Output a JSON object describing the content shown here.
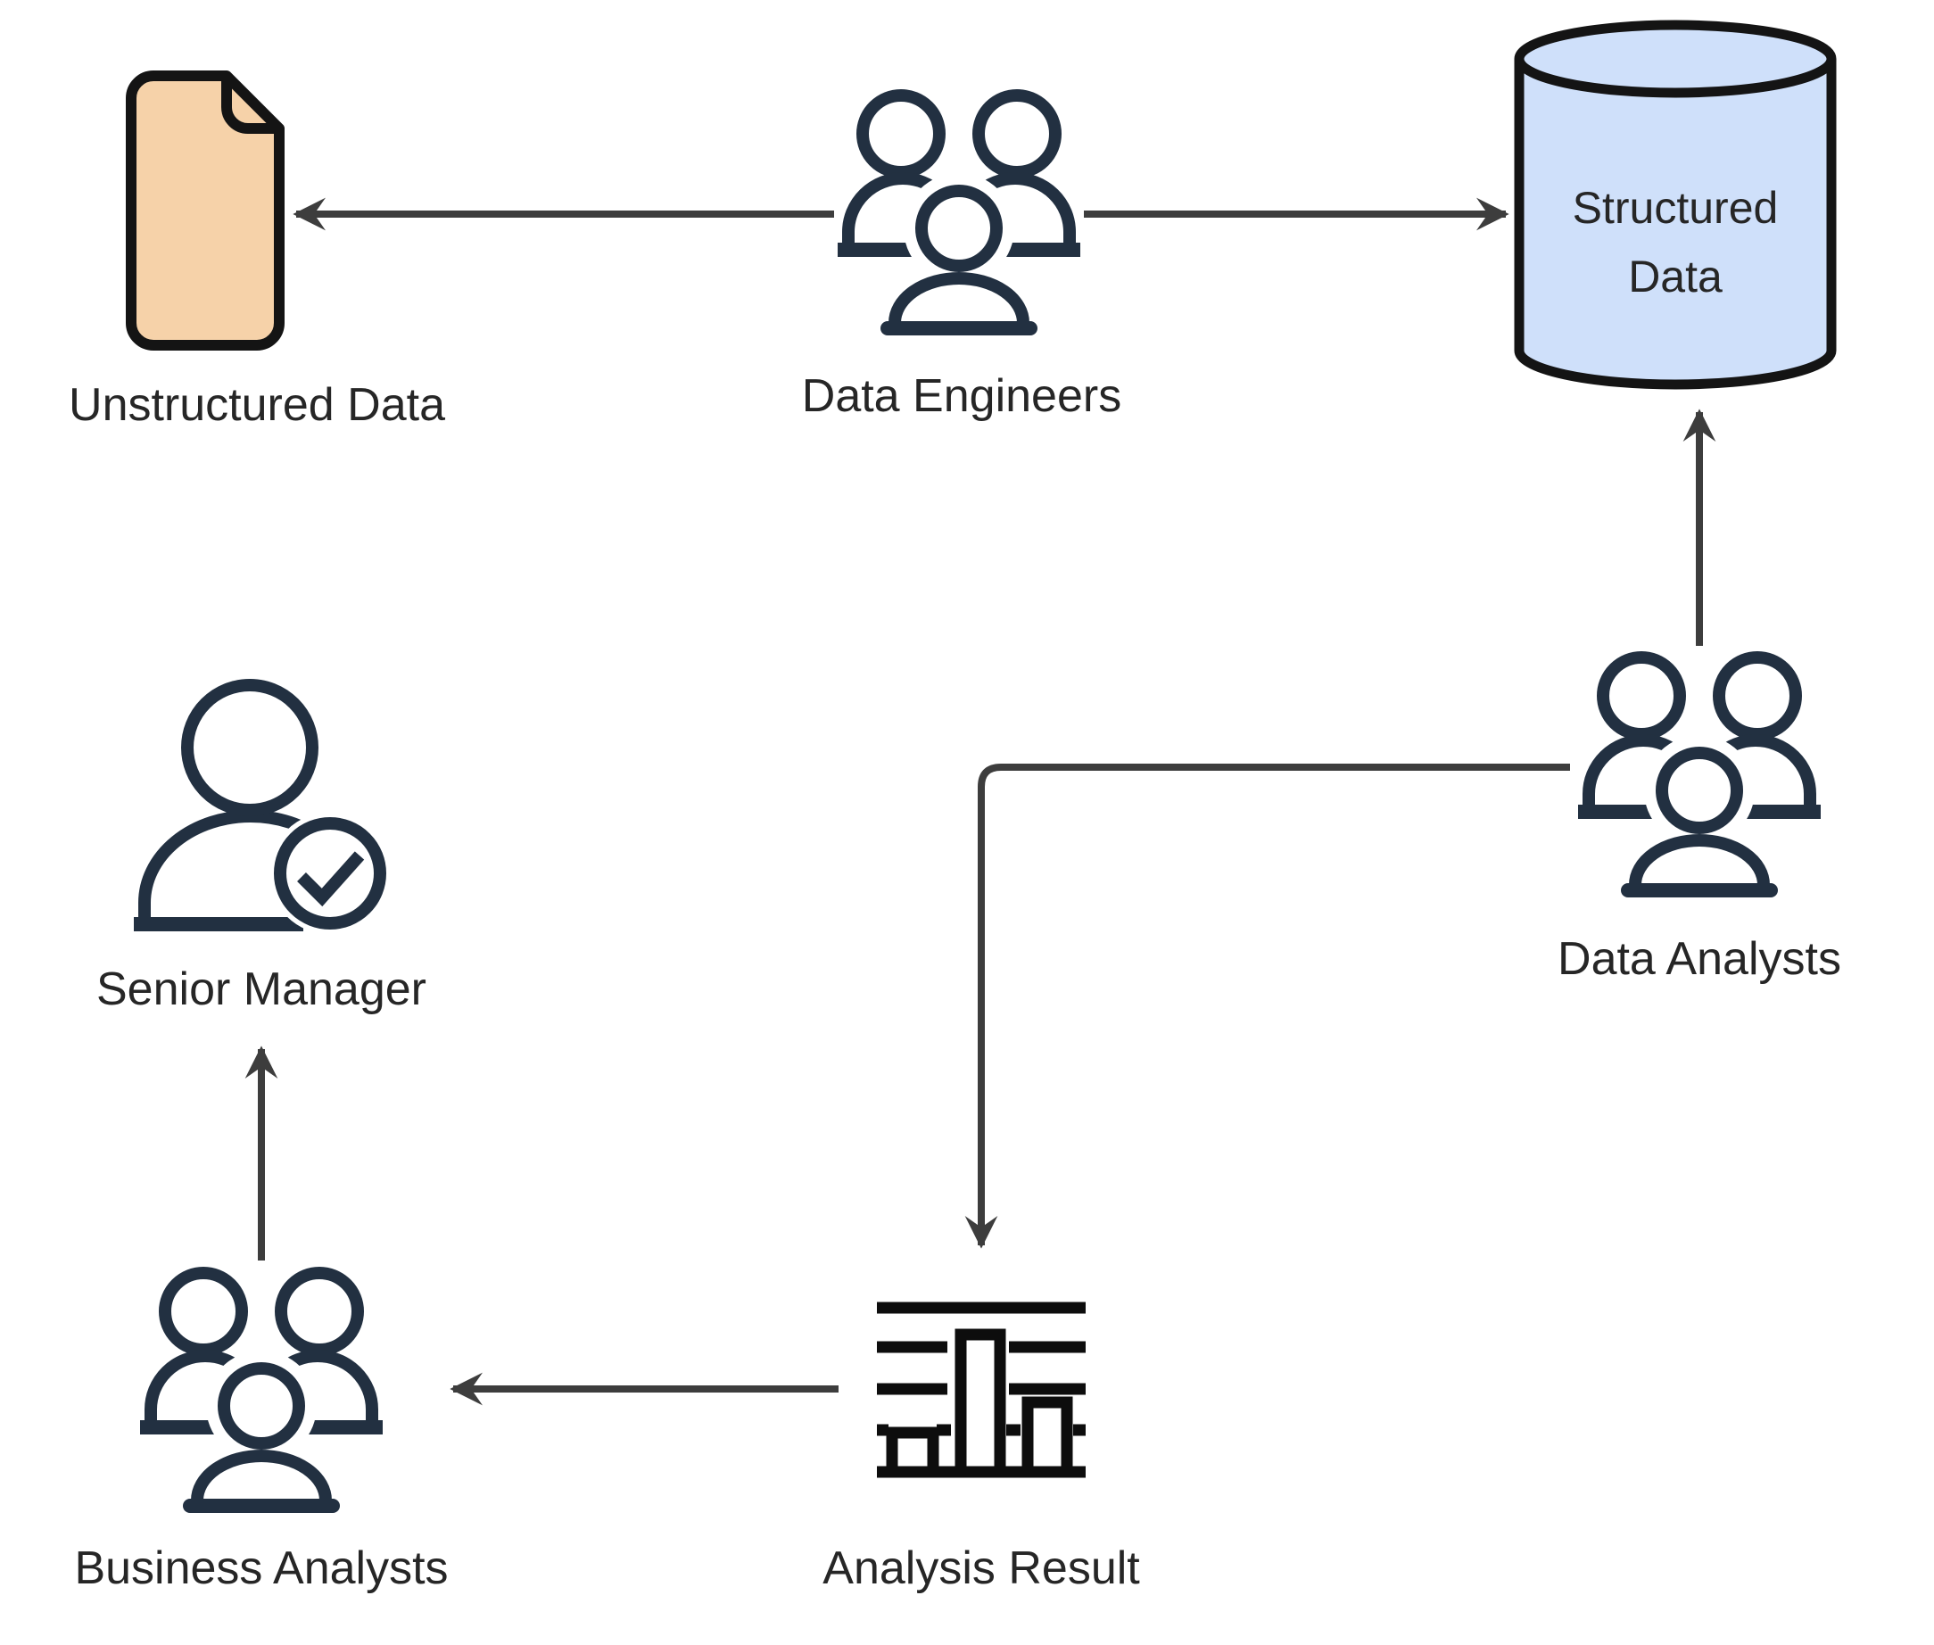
{
  "colors": {
    "background": "#ffffff",
    "people_stroke": "#223041",
    "connector": "#3d3d3d",
    "outline": "#141414",
    "chart_stroke": "#0d0d0d",
    "document_fill": "#f6d2a9",
    "database_fill": "#cfe0fa",
    "label_text": "#262626"
  },
  "nodes": {
    "unstructured_data": {
      "label": "Unstructured Data",
      "icon": "document-icon"
    },
    "data_engineers": {
      "label": "Data Engineers",
      "icon": "people-group-icon"
    },
    "structured_data": {
      "label_line1": "Structured",
      "label_line2": "Data",
      "icon": "database-cylinder-icon"
    },
    "data_analysts": {
      "label": "Data Analysts",
      "icon": "people-group-icon"
    },
    "senior_manager": {
      "label": "Senior Manager",
      "icon": "person-check-icon"
    },
    "business_analysts": {
      "label": "Business Analysts",
      "icon": "people-group-icon"
    },
    "analysis_result": {
      "label": "Analysis Result",
      "icon": "bar-chart-icon"
    }
  },
  "edges": [
    {
      "from": "data_engineers",
      "to": "unstructured_data"
    },
    {
      "from": "data_engineers",
      "to": "structured_data"
    },
    {
      "from": "data_analysts",
      "to": "structured_data"
    },
    {
      "from": "data_analysts",
      "to": "analysis_result"
    },
    {
      "from": "analysis_result",
      "to": "business_analysts"
    },
    {
      "from": "business_analysts",
      "to": "senior_manager"
    }
  ]
}
